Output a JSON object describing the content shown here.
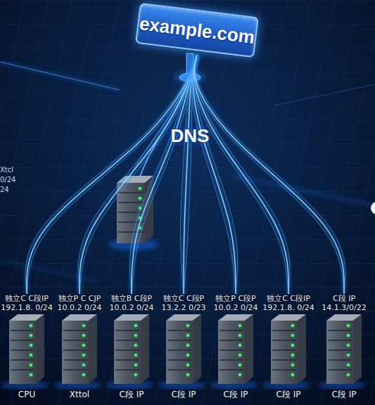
{
  "diagram": {
    "nodes": [
      {
        "text": [
          "example.com"
        ]
      },
      {
        "text": [
          "独立C C段IP",
          "192.1.8. 0/24",
          "CPU"
        ]
      },
      {
        "text": [
          "独立P C CJP",
          "10.0.2 0/24",
          "Xttol"
        ]
      },
      {
        "text": [
          "独立B C段P",
          "10.0.2 0/24",
          "C段 IP"
        ]
      },
      {
        "text": [
          "独立C C段P",
          "13.2.2 0/23",
          "C段 IP"
        ]
      },
      {
        "text": [
          "独立P C段P",
          "10.0.2 0/24",
          "C段 IP"
        ]
      },
      {
        "text": [
          "独立C C段IP",
          "192.1.8. 0/24",
          "C段 IP"
        ]
      },
      {
        "text": [
          "C段 IP",
          "14.1.3/0/22",
          "C段 IP"
        ]
      }
    ],
    "edges": [
      {
        "from": 0,
        "to": 1,
        "arrow": "none"
      },
      {
        "from": 0,
        "to": 2,
        "arrow": "none"
      },
      {
        "from": 0,
        "to": 3,
        "arrow": "none"
      },
      {
        "from": 0,
        "to": 4,
        "arrow": "none"
      },
      {
        "from": 0,
        "to": 5,
        "arrow": "none"
      },
      {
        "from": 0,
        "to": 6,
        "arrow": "none"
      },
      {
        "from": 0,
        "to": 7,
        "arrow": "none"
      }
    ],
    "labels": [
      "DNS",
      "Xtcl",
      "0/24",
      "24"
    ]
  }
}
